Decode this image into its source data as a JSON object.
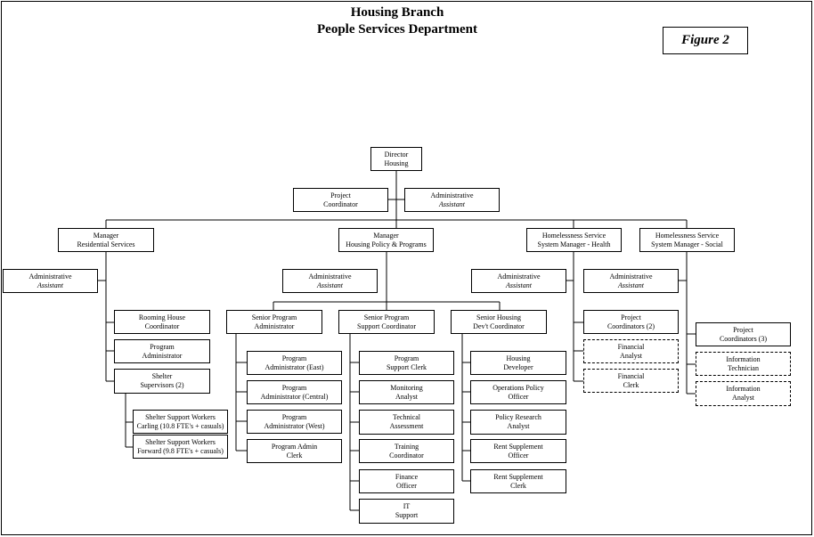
{
  "header": {
    "title_line1": "Housing Branch",
    "title_line2": "People Services Department",
    "figure_label": "Figure 2"
  },
  "org": {
    "director": [
      "Director",
      "Housing"
    ],
    "project_coordinator": [
      "Project",
      "Coordinator"
    ],
    "admin_assistant_top": [
      "Administrative",
      "Assistant"
    ],
    "mgr_residential": [
      "Manager",
      "Residential Services"
    ],
    "mgr_policy": [
      "Manager",
      "Housing Policy & Programs"
    ],
    "mgr_health": [
      "Homelessness Service",
      "System Manager - Health"
    ],
    "mgr_social": [
      "Homelessness Service",
      "System Manager - Social"
    ],
    "admin_asst_residential": [
      "Administrative",
      "Assistant"
    ],
    "admin_asst_policy": [
      "Administrative",
      "Assistant"
    ],
    "admin_asst_health": [
      "Administrative",
      "Assistant"
    ],
    "admin_asst_social": [
      "Administrative",
      "Assistant"
    ],
    "rooming_house": [
      "Rooming House",
      "Coordinator"
    ],
    "program_admin_res": [
      "Program",
      "Administrator"
    ],
    "shelter_supervisors": [
      "Shelter",
      "Supervisors (2)"
    ],
    "shelter_carling": [
      "Shelter Support Workers",
      "Carling (10.8 FTE's + casuals)"
    ],
    "shelter_forward": [
      "Shelter Support Workers",
      "Forward (9.8 FTE's + casuals)"
    ],
    "senior_prog_admin": [
      "Senior Program",
      "Administrator"
    ],
    "senior_prog_support": [
      "Senior Program",
      "Support Coordinator"
    ],
    "senior_housing_dev": [
      "Senior Housing",
      "Dev't Coordinator"
    ],
    "prog_admin_east": [
      "Program",
      "Administrator (East)"
    ],
    "prog_admin_central": [
      "Program",
      "Administrator (Central)"
    ],
    "prog_admin_west": [
      "Program",
      "Administrator (West)"
    ],
    "prog_admin_clerk": [
      "Program Admin",
      "Clerk"
    ],
    "prog_support_clerk": [
      "Program",
      "Support Clerk"
    ],
    "monitoring_analyst": [
      "Monitoring",
      "Analyst"
    ],
    "technical_assessment": [
      "Technical",
      "Assessment"
    ],
    "training_coordinator": [
      "Training",
      "Coordinator"
    ],
    "finance_officer": [
      "Finance",
      "Officer"
    ],
    "it_support": [
      "IT",
      "Support"
    ],
    "housing_developer": [
      "Housing",
      "Developer"
    ],
    "operations_policy": [
      "Operations Policy",
      "Officer"
    ],
    "policy_research": [
      "Policy Research",
      "Analyst"
    ],
    "rent_supp_officer": [
      "Rent Supplement",
      "Officer"
    ],
    "rent_supp_clerk": [
      "Rent Supplement",
      "Clerk"
    ],
    "project_coord_health": [
      "Project",
      "Coordinators (2)"
    ],
    "financial_analyst": [
      "Financial",
      "Analyst"
    ],
    "financial_clerk": [
      "Financial",
      "Clerk"
    ],
    "project_coord_social": [
      "Project",
      "Coordinators (3)"
    ],
    "info_technician": [
      "Information",
      "Technician"
    ],
    "info_analyst": [
      "Information",
      "Analyst"
    ]
  }
}
